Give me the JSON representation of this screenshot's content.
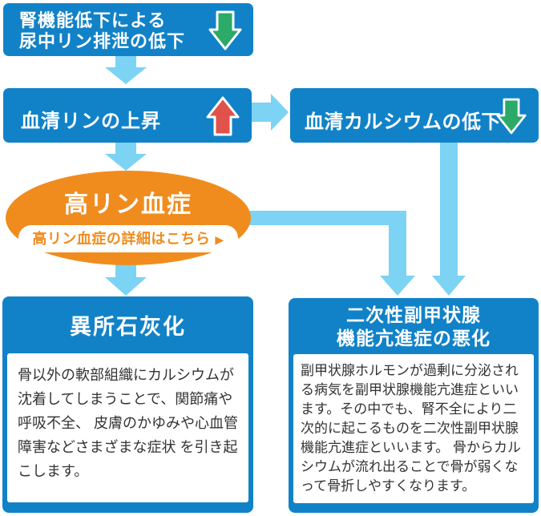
{
  "diagram": {
    "renal_box": {
      "line1": "腎機能低下による",
      "line2": "尿中リン排泄の低下",
      "trend": "decrease"
    },
    "serum_phosphorus_box": {
      "label": "血清リンの上昇",
      "trend": "increase"
    },
    "serum_calcium_box": {
      "label": "血清カルシウムの低下",
      "trend": "decrease"
    },
    "hyperphosphatemia": {
      "title": "高リン血症",
      "link_label": "高リン血症の詳細はこちら",
      "link_arrow": "▶"
    },
    "ectopic_calcification": {
      "title": "異所石灰化",
      "body": "骨以外の軟部組織にカルシウムが沈着してしまうことで、関節痛や呼吸不全、 皮膚のかゆみや心血管障害などさまざまな症状 を引き起こします。"
    },
    "secondary_hyperparathyroidism": {
      "title_line1": "二次性副甲状腺",
      "title_line2": "機能亢進症の悪化",
      "body": "副甲状腺ホルモンが過剰に分泌される病気を副甲状腺機能亢進症といいます。その中でも、腎不全により二次的に起こるものを二次性副甲状腺機能亢進症といいます。 骨からカルシウムが流れ出ることで骨が弱くなって骨折しやすくなります。"
    }
  },
  "colors": {
    "box_blue": "#1182c8",
    "arrow_light_blue": "#7cd3f4",
    "accent_orange": "#f08c1e",
    "trend_green": "#2baa68",
    "trend_red": "#e0524b",
    "body_text": "#333333"
  }
}
